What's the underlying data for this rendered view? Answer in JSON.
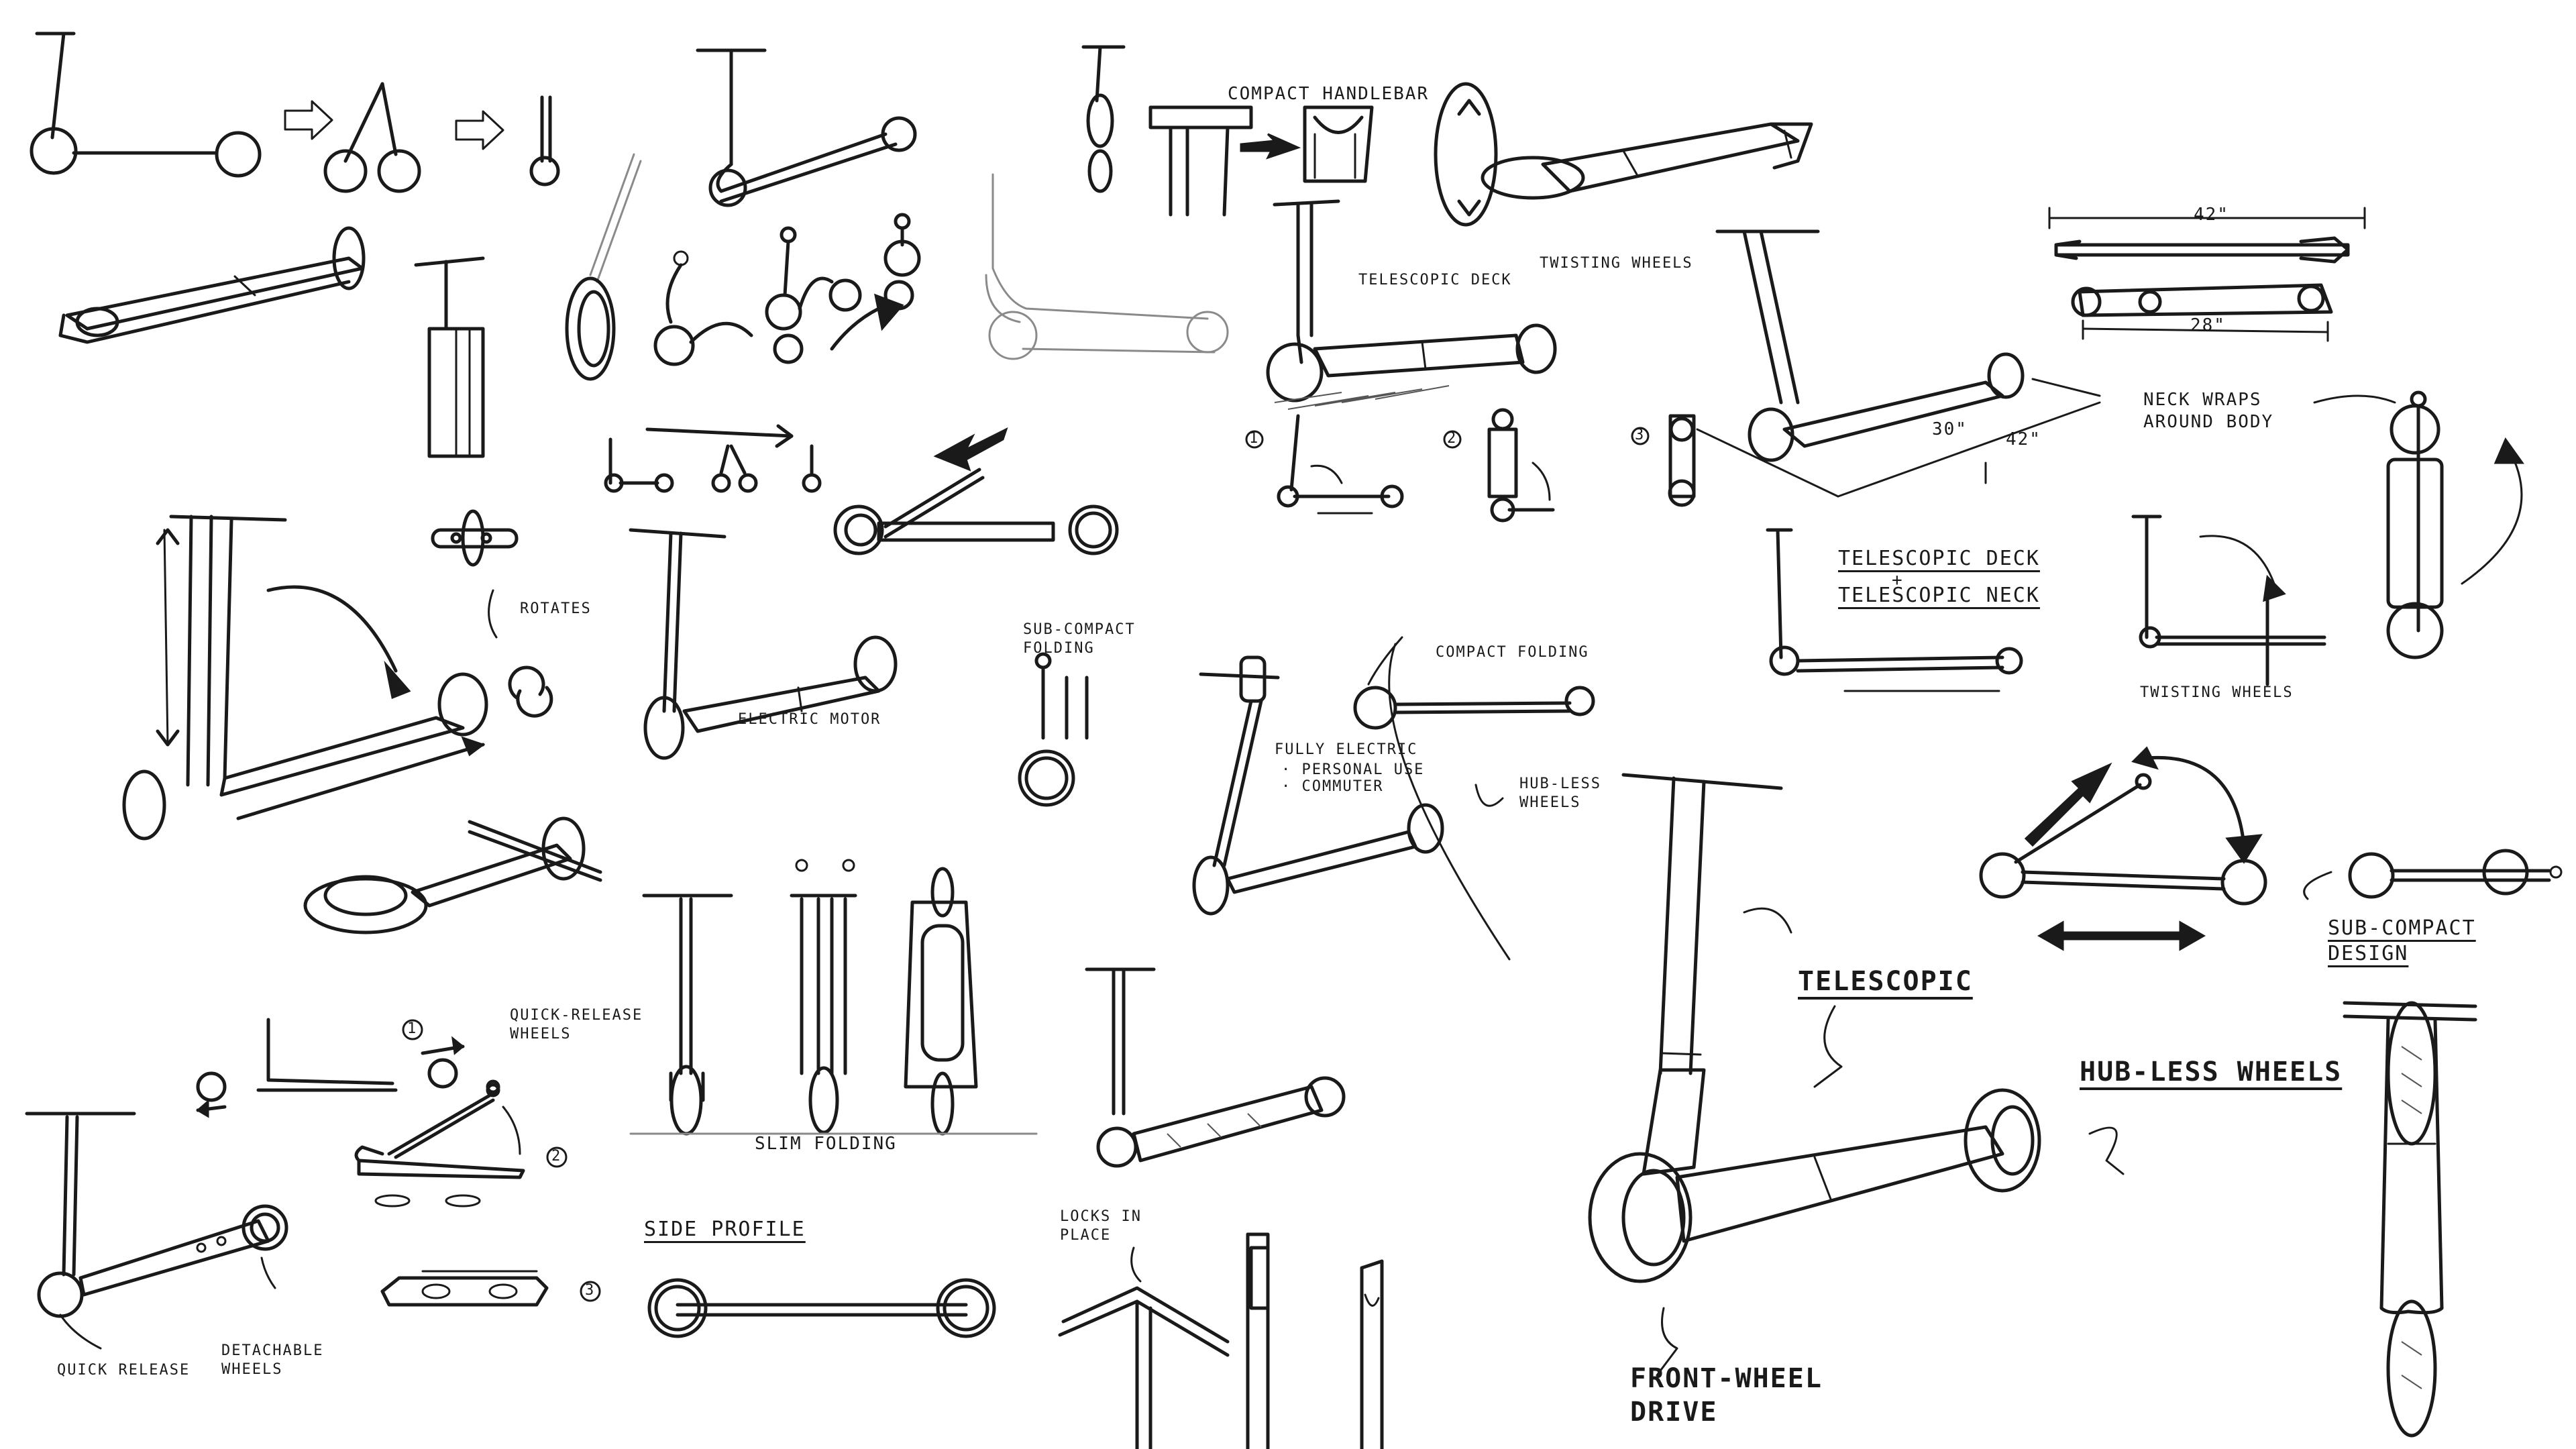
{
  "labels": {
    "compact_handlebar": "COMPACT HANDLEBAR",
    "telescopic_deck_top": "TELESCOPIC DECK",
    "twisting_wheels_top": "TWISTING WHEELS",
    "dim_42_top": "42\"",
    "dim_28": "28\"",
    "dim_30": "30\"",
    "dim_42_side": "42\"",
    "neck_wraps": "NECK WRAPS\nAROUND BODY",
    "telescopic_deck": "TELESCOPIC DECK",
    "plus": "+",
    "telescopic_neck": "TELESCOPIC NECK",
    "twisting_wheels": "TWISTING WHEELS",
    "rotates": "ROTATES",
    "electric_motor": "ELECTRIC MOTOR",
    "sub_compact_folding": "SUB-COMPACT\nFOLDING",
    "compact_folding": "COMPACT FOLDING",
    "fully_electric": "FULLY ELECTRIC",
    "personal_use": "· PERSONAL USE",
    "commuter": "· COMMUTER",
    "hubless_wheels_small": "HUB-LESS\nWHEELS",
    "telescopic": "TELESCOPIC",
    "hubless_wheels": "HUB-LESS WHEELS",
    "sub_compact_design": "SUB-COMPACT\nDESIGN",
    "front_wheel_drive": "FRONT-WHEEL\nDRIVE",
    "quick_release_wheels": "QUICK-RELEASE\nWHEELS",
    "quick_release": "QUICK RELEASE",
    "detachable_wheels": "DETACHABLE\nWHEELS",
    "slim_folding": "SLIM FOLDING",
    "side_profile": "SIDE PROFILE",
    "locks_in_place": "LOCKS IN\nPLACE",
    "step_1a": "1",
    "step_2a": "2",
    "step_3a": "3",
    "step_1b": "1",
    "step_2b": "2",
    "step_3b": "3"
  }
}
